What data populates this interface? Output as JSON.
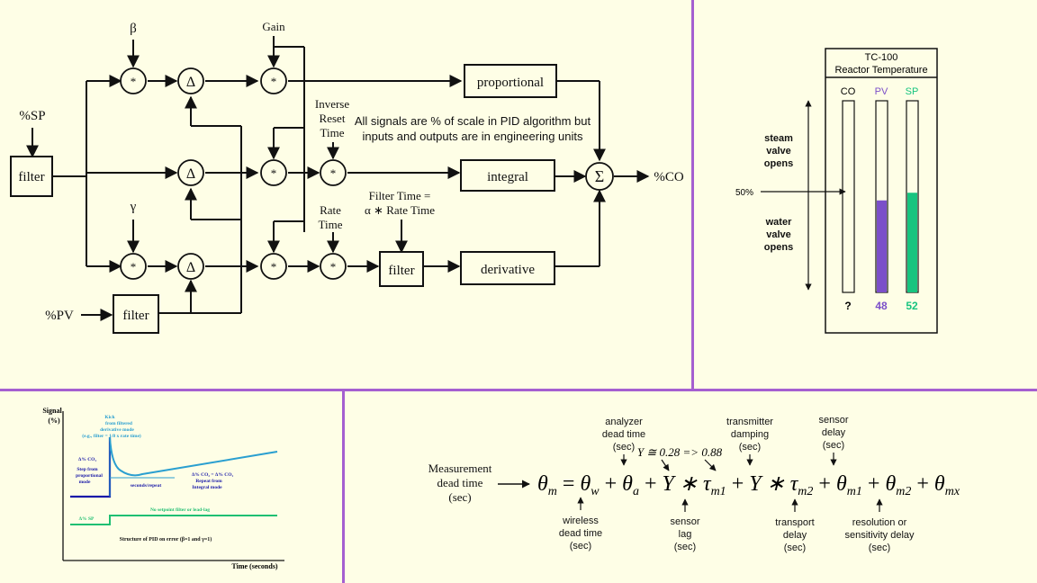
{
  "pid_diagram": {
    "inputs": {
      "sp": "%SP",
      "pv": "%PV"
    },
    "output": "%CO",
    "params": {
      "beta": "β",
      "gamma": "γ",
      "gain": "Gain",
      "inverse_reset_time": [
        "Inverse",
        "Reset",
        "Time"
      ],
      "rate_time": [
        "Rate",
        "Time"
      ],
      "filter_time": [
        "Filter Time =",
        "α ∗ Rate Time"
      ]
    },
    "blocks": {
      "filter": "filter",
      "proportional": "proportional",
      "integral": "integral",
      "derivative": "derivative"
    },
    "symbols": {
      "multiply": "*",
      "delta": "Δ",
      "sum": "Σ"
    },
    "note": [
      "All signals are % of scale in PID algorithm but",
      "inputs and outputs are in engineering units"
    ]
  },
  "faceplate": {
    "title_lines": [
      "TC-100",
      "Reactor Temperature"
    ],
    "columns": [
      {
        "label": "CO",
        "value": "?",
        "fill_fraction": 0,
        "color": "#111111"
      },
      {
        "label": "PV",
        "value": "48",
        "fill_fraction": 0.48,
        "color": "#7b4fc9"
      },
      {
        "label": "SP",
        "value": "52",
        "fill_fraction": 0.52,
        "color": "#17c47f"
      }
    ],
    "upper_label": [
      "steam",
      "valve",
      "opens"
    ],
    "lower_label": [
      "water",
      "valve",
      "opens"
    ],
    "mid_label": "50%"
  },
  "response_plot": {
    "ylabel": [
      "Signal",
      "(%)"
    ],
    "xlabel": "Time (seconds)",
    "kick_note": [
      "Kick",
      "from filtered",
      "derivative mode",
      "(e.g., filter = 1/8 x rate time)"
    ],
    "step_note": [
      "Δ% CO₁",
      "Step from",
      "proportional",
      "mode"
    ],
    "repeat_label": "seconds/repeat",
    "integral_note": [
      "Δ% CO₂ = Δ% CO₁",
      "Repeat from",
      "Integral mode"
    ],
    "sp_step_label": "Δ% SP",
    "sp_note": "No setpoint filter or lead-lag",
    "structure_note": "Structure of PID on error (β=1 and γ=1)",
    "colors": {
      "co": "#2a9fd0",
      "sp": "#1fbf72",
      "step": "#1a1aa8"
    }
  },
  "dead_time": {
    "lhs_label": [
      "Measurement",
      "dead time",
      "(sec)"
    ],
    "equation": {
      "lhs": "θ",
      "lhs_sub": "m",
      "terms": [
        {
          "sym": "θ",
          "sub": "w"
        },
        {
          "sym": "θ",
          "sub": "a"
        },
        {
          "sym": "τ",
          "sub": "m1",
          "coef": "Y ∗ "
        },
        {
          "sym": "τ",
          "sub": "m2",
          "coef": "Y ∗ "
        },
        {
          "sym": "θ",
          "sub": "m1"
        },
        {
          "sym": "θ",
          "sub": "m2"
        },
        {
          "sym": "θ",
          "sub": "mx"
        }
      ]
    },
    "y_note": "Y ≅ 0.28 => 0.88",
    "top_labels": [
      [
        "analyzer",
        "dead time",
        "(sec)"
      ],
      [
        "transmitter",
        "damping",
        "(sec)"
      ],
      [
        "sensor",
        "delay",
        "(sec)"
      ]
    ],
    "bottom_labels": [
      [
        "wireless",
        "dead time",
        "(sec)"
      ],
      [
        "sensor",
        "lag",
        "(sec)"
      ],
      [
        "transport",
        "delay",
        "(sec)"
      ],
      [
        "resolution or",
        "sensitivity delay",
        "(sec)"
      ]
    ]
  }
}
